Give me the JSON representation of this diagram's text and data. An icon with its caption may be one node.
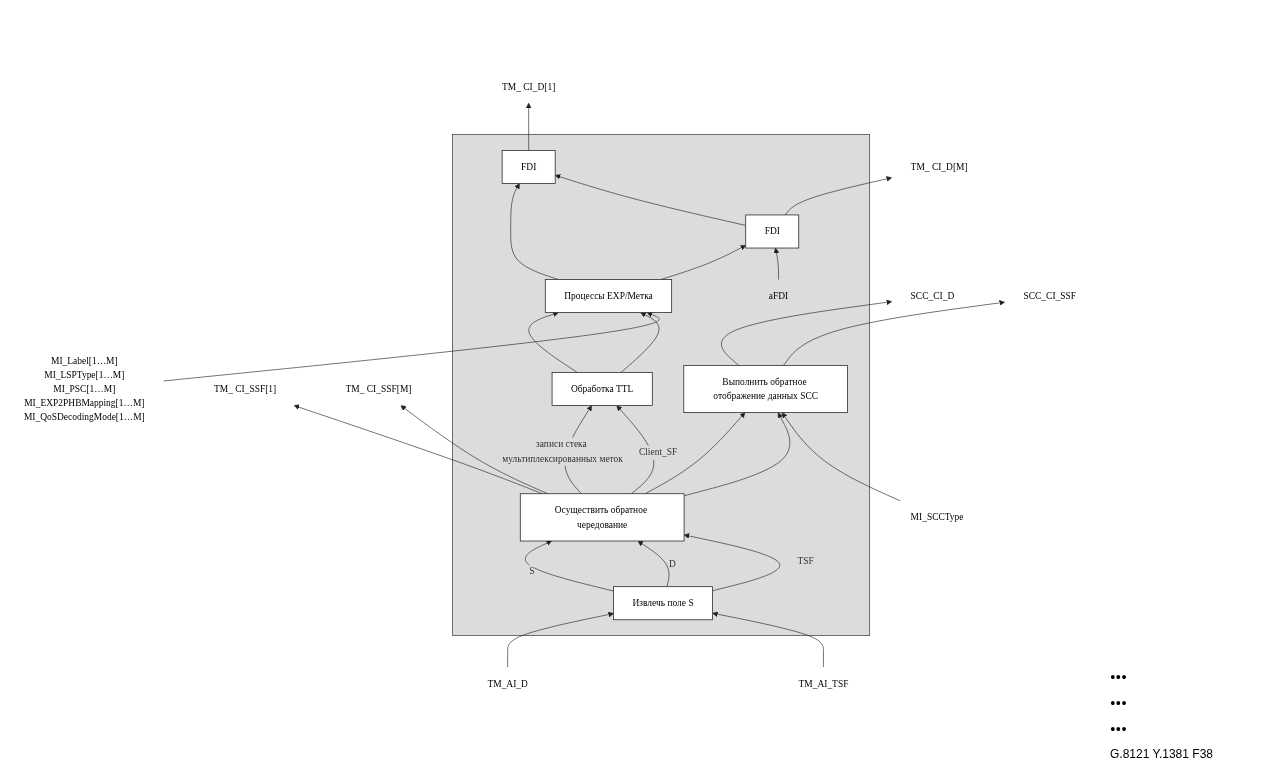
{
  "diagram": {
    "nodes": [
      {
        "text": [],
        "shape": "box"
      },
      {
        "text": [
          "TM_ CI_SSF[1]"
        ]
      },
      {
        "text": [
          "TM_ CI_SSF[M]"
        ]
      },
      {
        "text": [
          "TM_ CI_D[1]"
        ]
      },
      {
        "text": [
          "TM_ CI_D[M]"
        ]
      },
      {
        "text": [
          "SCC_CI_D"
        ]
      },
      {
        "text": [
          "SCC_CI_SSF"
        ]
      },
      {
        "text": [
          "MI_Label[1…M]",
          "MI_LSPType[1…M]",
          "MI_PSC[1…M]",
          "MI_EXP2PHBMapping[1…M]",
          "MI_QoSDecodingMode[1…M]"
        ]
      },
      {
        "text": [
          "FDI"
        ],
        "in": 0
      },
      {
        "text": [
          "FDI"
        ],
        "in": 0
      },
      {
        "text": [
          "aFDI"
        ],
        "in": 0
      },
      {
        "text": [
          "Процессы EXP/Метка"
        ],
        "in": 0
      },
      {
        "text": [
          "Выполнить обратное отображение данных SCC"
        ],
        "in": 0
      },
      {
        "text": [
          "MI_SCCType"
        ]
      },
      {
        "text": [
          "Обработка TTL"
        ],
        "in": 0
      },
      {
        "text": [
          "Осуществить обратное чередование"
        ],
        "in": 0
      },
      {
        "text": [
          "Извлечь поле S"
        ],
        "in": 0
      },
      {
        "text": [
          "TM_AI_TSF"
        ]
      },
      {
        "text": [
          "TM_AI_D"
        ]
      }
    ],
    "edges": [
      {
        "from": 8,
        "to": 3,
        "arrow": "to"
      },
      {
        "from": 9,
        "to": 4,
        "arrow": "to"
      },
      {
        "from": 12,
        "to": 5,
        "arrow": "to"
      },
      {
        "from": 12,
        "to": 6,
        "arrow": "to"
      },
      {
        "from": 9,
        "to": 8,
        "arrow": "to"
      },
      {
        "from": 10,
        "to": 9,
        "arrow": "to"
      },
      {
        "from": 11,
        "to": 8,
        "arrow": "to"
      },
      {
        "from": 11,
        "to": 9,
        "arrow": "to"
      },
      {
        "from": 7,
        "to": 11,
        "arrow": "to"
      },
      {
        "from": 13,
        "to": 12,
        "arrow": "to"
      },
      {
        "from": 14,
        "to": 11,
        "arrow": "to"
      },
      {
        "from": 14,
        "to": 11,
        "arrow": "to"
      },
      {
        "from": 15,
        "to": 14,
        "arrow": "to",
        "label": "Client_SF"
      },
      {
        "from": 15,
        "to": 1,
        "arrow": "to"
      },
      {
        "from": 15,
        "to": 2,
        "arrow": "to"
      },
      {
        "from": 15,
        "to": 14,
        "arrow": "to",
        "label": "записи стека мультиплексированных меток"
      },
      {
        "from": 15,
        "to": 12,
        "arrow": "to"
      },
      {
        "from": 15,
        "to": 12,
        "arrow": "to"
      },
      {
        "from": 16,
        "to": 15,
        "arrow": "to",
        "label": "TSF"
      },
      {
        "from": 16,
        "to": 15,
        "arrow": "to",
        "label": "D"
      },
      {
        "from": 16,
        "to": 15,
        "arrow": "to",
        "label": "S"
      },
      {
        "from": 17,
        "to": 16,
        "arrow": "to"
      },
      {
        "from": 18,
        "to": 16,
        "arrow": "to"
      }
    ],
    "labels": [
      "•••",
      "•••",
      "•••",
      "G.8121 Y.1381 F38"
    ]
  }
}
